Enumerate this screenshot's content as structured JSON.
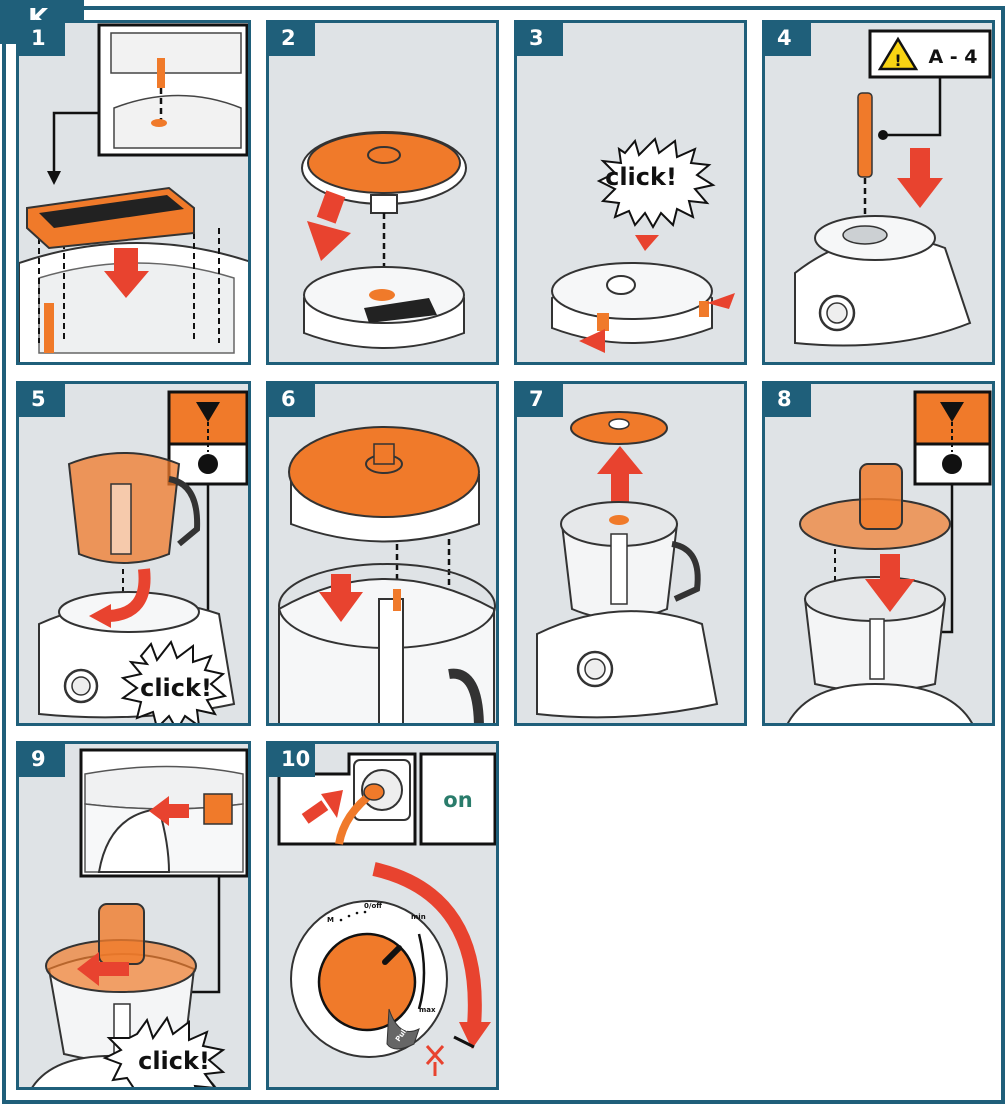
{
  "sheet_label": "K",
  "steps": [
    {
      "number": "1"
    },
    {
      "number": "2"
    },
    {
      "number": "3",
      "click": "click!"
    },
    {
      "number": "4",
      "warning_ref": "A - 4"
    },
    {
      "number": "5",
      "click": "click!"
    },
    {
      "number": "6"
    },
    {
      "number": "7"
    },
    {
      "number": "8"
    },
    {
      "number": "9",
      "click": "click!"
    },
    {
      "number": "10",
      "power_label": "on"
    }
  ],
  "dial": {
    "labels": [
      "M",
      "0/off",
      "min",
      "max"
    ],
    "pulse_label": "Pulse"
  },
  "colors": {
    "frame": "#1f5f7a",
    "panel": "#dfe3e6",
    "accent": "#f07a2a",
    "arrow": "#e8432f",
    "on_text": "#2a7c6b"
  }
}
